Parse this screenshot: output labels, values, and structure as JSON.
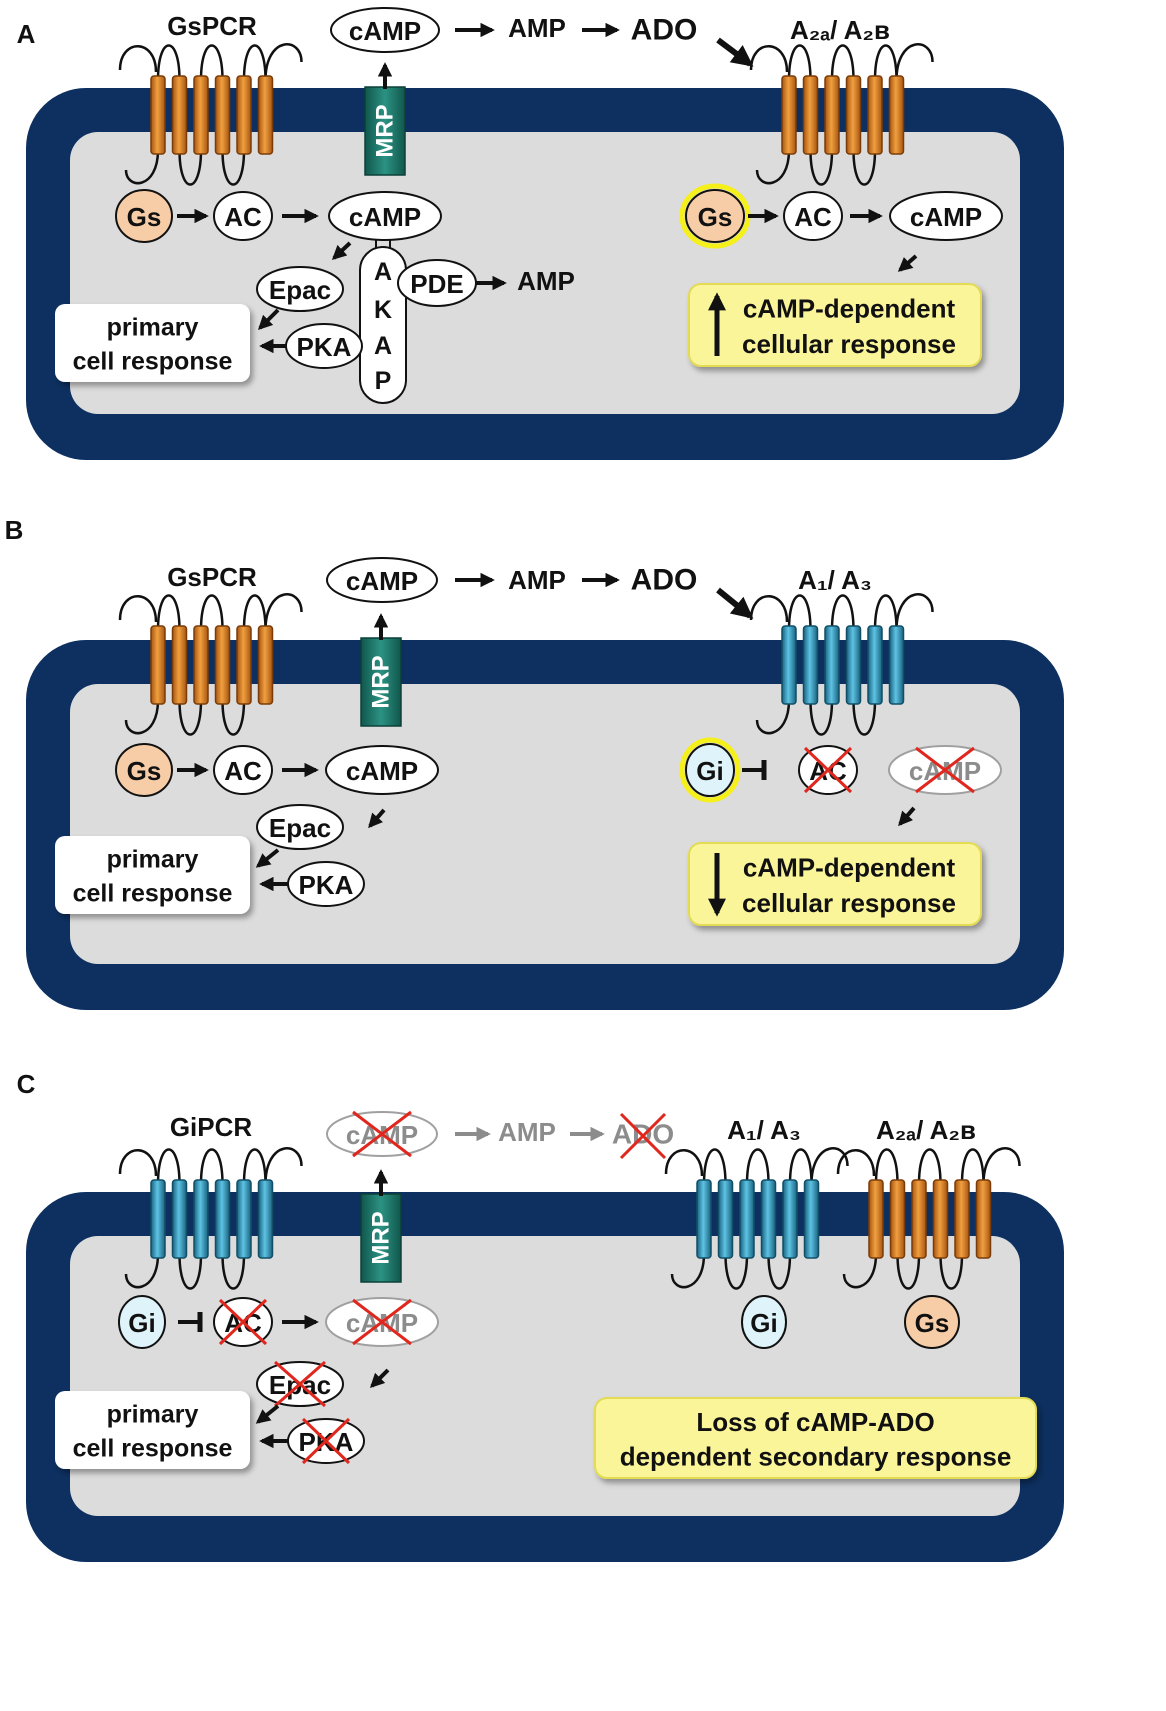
{
  "colors": {
    "membrane": "#0d3060",
    "cytoplasm": "#dcdcdc",
    "orange_receptor": "#d77a1e",
    "blue_receptor": "#2b8fb4",
    "mrp": "#1f7a6c",
    "gs_fill": "#f7cda7",
    "gi_fill": "#dff4fa",
    "response_box": "#fbf59a",
    "halo": "#f5ef1a",
    "inactive_text": "#8c8c8c",
    "cross": "#e0271d"
  },
  "panels": [
    {
      "label": "A",
      "receptor1": "GsPCR",
      "receptor2": "A₂ₐ/ A₂ʙ",
      "extracellular": {
        "camp": "cAMP",
        "amp": "AMP",
        "ado": "ADO"
      },
      "mrp": "MRP",
      "left_pathway": {
        "g": "Gs",
        "ac": "AC",
        "camp": "cAMP"
      },
      "epac": "Epac",
      "pka": "PKA",
      "akap": [
        "A",
        "K",
        "A",
        "P"
      ],
      "pde": "PDE",
      "pde_product": "AMP",
      "primary_response": [
        "primary",
        "cell response"
      ],
      "right_pathway": {
        "g": "Gs",
        "ac": "AC",
        "camp": "cAMP"
      },
      "response": {
        "arrow": "up",
        "lines": [
          "cAMP-dependent",
          "cellular response"
        ]
      }
    },
    {
      "label": "B",
      "receptor1": "GsPCR",
      "receptor2": "A₁/ A₃",
      "extracellular": {
        "camp": "cAMP",
        "amp": "AMP",
        "ado": "ADO"
      },
      "mrp": "MRP",
      "left_pathway": {
        "g": "Gs",
        "ac": "AC",
        "camp": "cAMP"
      },
      "epac": "Epac",
      "pka": "PKA",
      "primary_response": [
        "primary",
        "cell response"
      ],
      "right_pathway": {
        "g": "Gi",
        "ac": "AC",
        "camp": "cAMP"
      },
      "response": {
        "arrow": "down",
        "lines": [
          "cAMP-dependent",
          "cellular response"
        ]
      }
    },
    {
      "label": "C",
      "receptor1": "GiPCR",
      "receptor2": "A₁/ A₃",
      "receptor3": "A₂ₐ/ A₂ʙ",
      "extracellular": {
        "camp": "cAMP",
        "amp": "AMP",
        "ado": "ADO"
      },
      "mrp": "MRP",
      "left_pathway": {
        "g": "Gi",
        "ac": "AC",
        "camp": "cAMP"
      },
      "epac": "Epac",
      "pka": "PKA",
      "primary_response": [
        "primary",
        "cell response"
      ],
      "right_g1": "Gi",
      "right_g2": "Gs",
      "loss_box": [
        "Loss of cAMP-ADO",
        "dependent secondary response"
      ]
    }
  ]
}
